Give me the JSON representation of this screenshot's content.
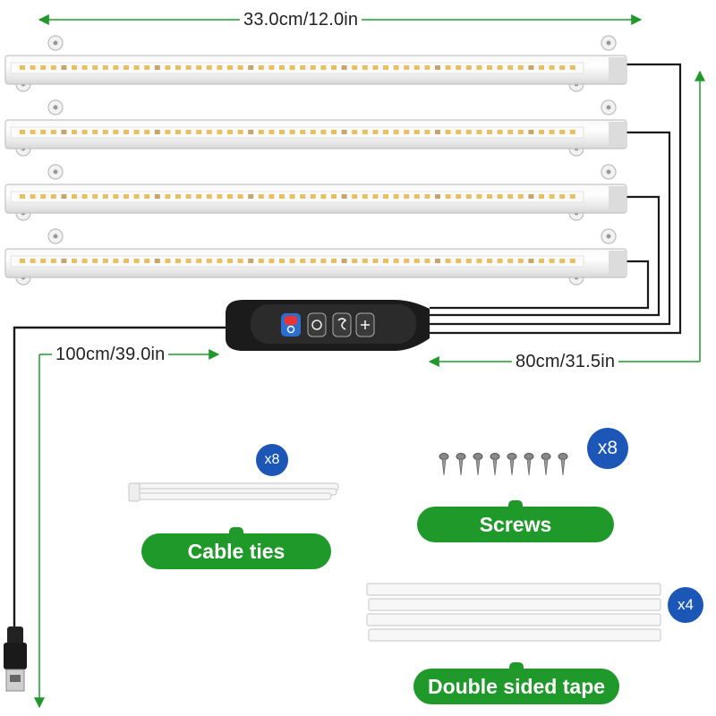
{
  "dimensions": {
    "bar_length": "33.0cm/12.0in",
    "usb_cable": "100cm/39.0in",
    "bar_cable": "80cm/31.5in"
  },
  "accessories": {
    "cable_ties": {
      "label": "Cable ties",
      "count": "x8"
    },
    "screws": {
      "label": "Screws",
      "count": "x8"
    },
    "tape": {
      "label": "Double sided tape",
      "count": "x4"
    }
  },
  "colors": {
    "accent_green": "#1f9a2a",
    "badge_blue": "#1c57b8",
    "led_yellow": "#e8c060"
  }
}
